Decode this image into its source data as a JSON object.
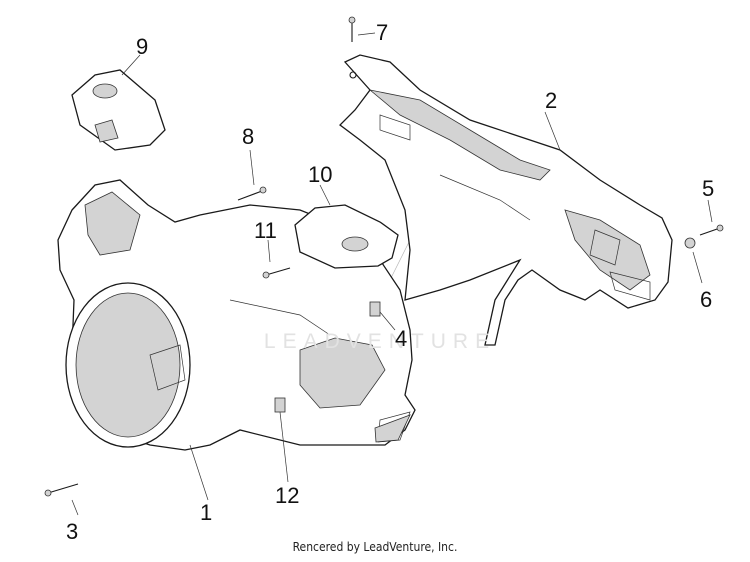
{
  "diagram": {
    "callouts": [
      "1",
      "2",
      "3",
      "4",
      "5",
      "6",
      "7",
      "8",
      "9",
      "10",
      "11",
      "12"
    ],
    "watermark": "LEADVENTURE",
    "credit": "Rencered by LeadVenture, Inc."
  }
}
